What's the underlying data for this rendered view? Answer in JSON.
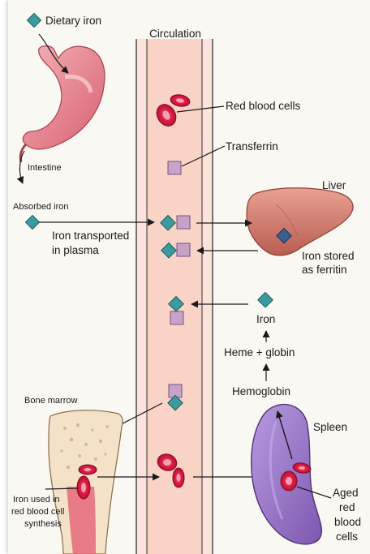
{
  "labels": {
    "circulation": "Circulation",
    "dietary_iron": "Dietary iron",
    "intestine": "Intestine",
    "absorbed_iron": "Absorbed iron",
    "iron_transported_1": "Iron transported",
    "iron_transported_2": "in plasma",
    "red_blood_cells": "Red blood cells",
    "transferrin": "Transferrin",
    "liver": "Liver",
    "iron_stored_1": "Iron stored",
    "iron_stored_2": "as ferritin",
    "iron": "Iron",
    "heme_globin": "Heme + globin",
    "hemoglobin": "Hemoglobin",
    "bone_marrow": "Bone marrow",
    "spleen": "Spleen",
    "iron_used_1": "Iron used in",
    "iron_used_2": "red blood cell",
    "iron_used_3": "synthesis",
    "aged_1": "Aged",
    "aged_2": "red",
    "aged_3": "blood",
    "aged_4": "cells"
  },
  "colors": {
    "plasma": "#f9d7cc",
    "vessel_wall": "#fbe3db",
    "iron": "#3a9c9f",
    "transferrin": "#c7a3c9",
    "rbc": "#e4234f",
    "liver": "#d07a6c",
    "spleen": "#9c7bc8",
    "stomach": "#e47f8a",
    "bone": "#f0dcc0"
  }
}
